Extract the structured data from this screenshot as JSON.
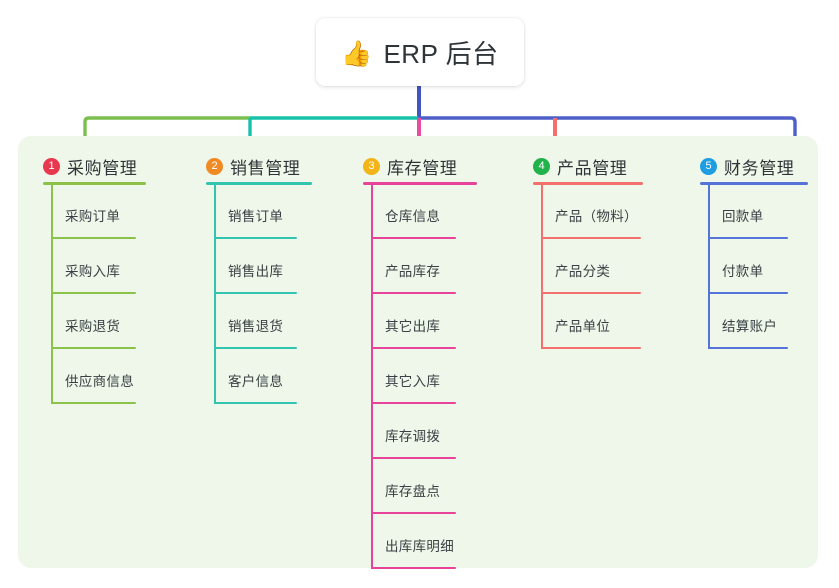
{
  "root": {
    "icon": "thumbs-up-icon",
    "emoji": "👍",
    "title": "ERP 后台"
  },
  "theme": {
    "panel_background": "#eef7e9",
    "page_background": "#ffffff",
    "card_background": "#ffffff",
    "title_color": "#2f3438",
    "item_color": "#3a4045",
    "stem_color": "#4055c2"
  },
  "connector": {
    "segments": [
      {
        "name": "green-segment",
        "color": "#7cbf4e"
      },
      {
        "name": "teal-segment",
        "color": "#17c3a8"
      },
      {
        "name": "blue-segment",
        "color": "#4f5fc8"
      }
    ]
  },
  "columns": [
    {
      "number": "1",
      "title": "采购管理",
      "badge_color": "#e8384f",
      "line_color": "#8bc34a",
      "items": [
        {
          "label": "采购订单"
        },
        {
          "label": "采购入库"
        },
        {
          "label": "采购退货"
        },
        {
          "label": "供应商信息"
        }
      ]
    },
    {
      "number": "2",
      "title": "销售管理",
      "badge_color": "#f08a24",
      "line_color": "#31c5b0",
      "items": [
        {
          "label": "销售订单"
        },
        {
          "label": "销售出库"
        },
        {
          "label": "销售退货"
        },
        {
          "label": "客户信息"
        }
      ]
    },
    {
      "number": "3",
      "title": "库存管理",
      "badge_color": "#f2b418",
      "line_color": "#e8439b",
      "items": [
        {
          "label": "仓库信息"
        },
        {
          "label": "产品库存"
        },
        {
          "label": "其它出库"
        },
        {
          "label": "其它入库"
        },
        {
          "label": "库存调拨"
        },
        {
          "label": "库存盘点"
        },
        {
          "label": "出库库明细"
        }
      ]
    },
    {
      "number": "4",
      "title": "产品管理",
      "badge_color": "#21b24b",
      "line_color": "#f4706c",
      "items": [
        {
          "label": "产品（物料）"
        },
        {
          "label": "产品分类"
        },
        {
          "label": "产品单位"
        }
      ]
    },
    {
      "number": "5",
      "title": "财务管理",
      "badge_color": "#1e9de3",
      "line_color": "#5573d8",
      "items": [
        {
          "label": "回款单"
        },
        {
          "label": "付款单"
        },
        {
          "label": "结算账户"
        }
      ]
    }
  ]
}
